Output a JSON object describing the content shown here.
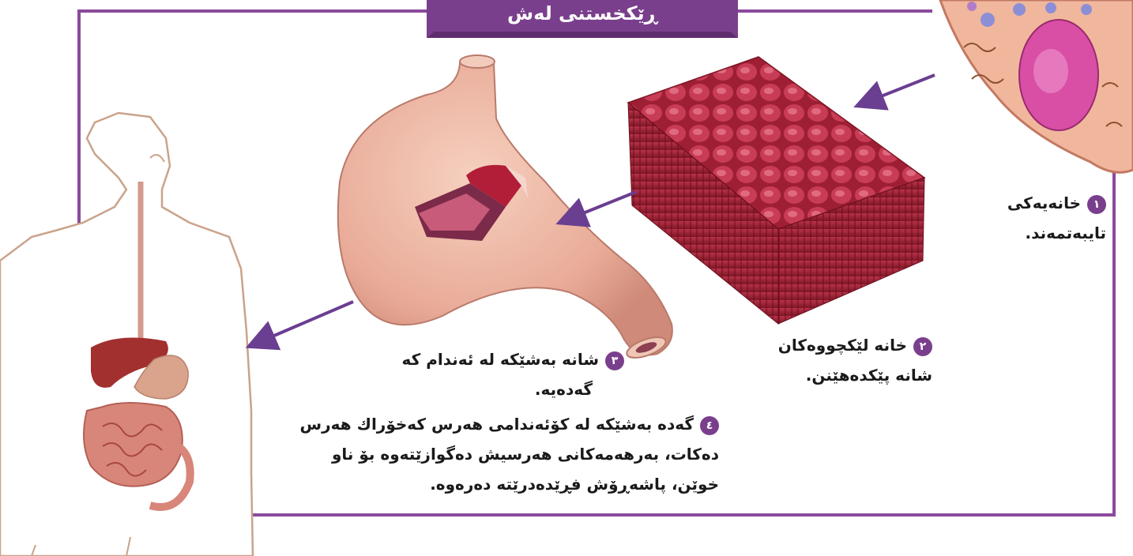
{
  "title": "ڕێکخستنی لەش",
  "colors": {
    "frame": "#8a4a9c",
    "banner": "#7a3f8c",
    "arrow": "#6a3e91"
  },
  "labels": {
    "l1_num": "١",
    "l1_line1": "خانەیەکی",
    "l1_line2": "تایبەتمەند.",
    "l2_num": "٢",
    "l2_line1": "خانە لێکچووەکان",
    "l2_line2": "شانە پێکدەهێنن.",
    "l3_num": "٣",
    "l3_line1": "شانە بەشێکە لە ئەندام کە",
    "l3_line2": "گەدەیە.",
    "l4_num": "٤",
    "l4_line1": "گەدە بەشێکە لە کۆئەندامی هەرس کەخۆراك هەرس",
    "l4_line2": "دەکات، بەرهەمەکانی هەرسیش دەگوازێتەوە بۆ ناو",
    "l4_line3": "خوێن، پاشەڕۆش فڕێدەدرێتە دەرەوە."
  }
}
